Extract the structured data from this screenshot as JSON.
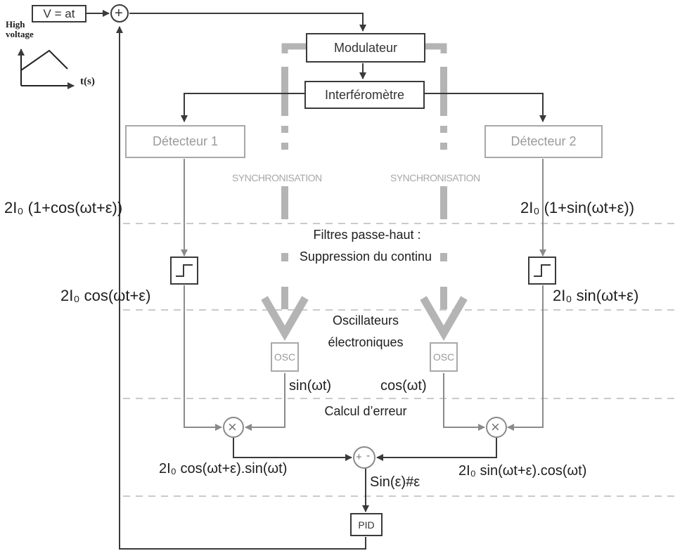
{
  "ramp": {
    "formula": "V = at",
    "y_label_line1": "High",
    "y_label_line2": "voltage",
    "x_label": "t(s)"
  },
  "blocks": {
    "modulator": "Modulateur",
    "interferometer": "Interféromètre",
    "detector1": "Détecteur 1",
    "detector2": "Détecteur 2",
    "osc_left": "OSC",
    "osc_right": "OSC",
    "pid": "PID"
  },
  "sync_left": "SYNCHRONISATION",
  "sync_right": "SYNCHRONISATION",
  "signals": {
    "det1_out": "2I₀ (1+cos(ωt+ε))",
    "det2_out": "2I₀ (1+sin(ωt+ε))",
    "hp1_out": "2I₀ cos(ωt+ε)",
    "hp2_out": "2I₀ sin(ωt+ε)",
    "osc_left_out": "sin(ωt)",
    "osc_right_out": "cos(ωt)",
    "mult_left_out": "2I₀ cos(ωt+ε).sin(ωt)",
    "mult_right_out": "2I₀ sin(ωt+ε).cos(ωt)",
    "error": "Sin(ε)#ε"
  },
  "sections": {
    "filters_line1": "Filtres passe-haut :",
    "filters_line2": "Suppression du continu",
    "osc_line1": "Oscillateurs",
    "osc_line2": "électroniques",
    "error_calc": "Calcul d’erreur"
  },
  "symbols": {
    "sum_top": "+",
    "multiply_left": "×",
    "multiply_right": "×",
    "sub_plus": "+",
    "sub_minus": "-"
  },
  "colors": {
    "dark": "#3a3a3a",
    "light": "#a8a8a8",
    "thick": "#b4b4b4"
  }
}
